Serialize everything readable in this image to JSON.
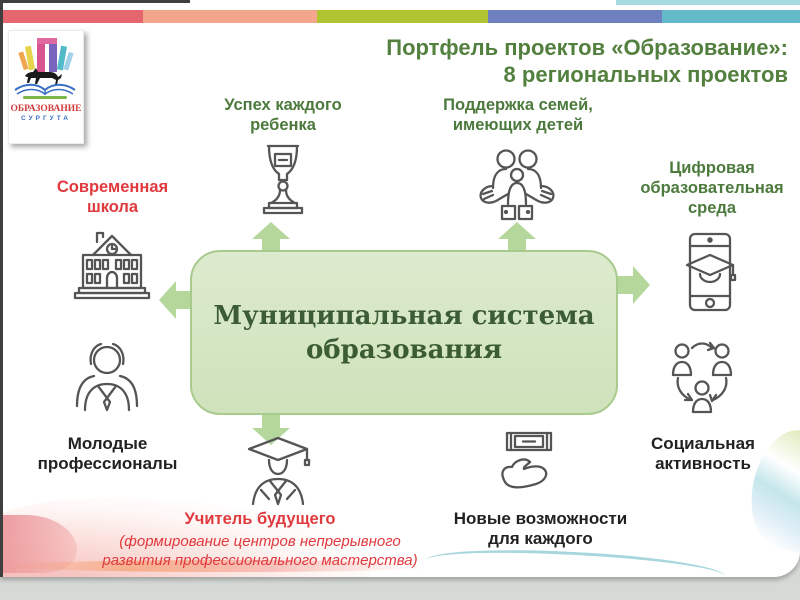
{
  "header": {
    "title_line1": "Портфель проектов «Образование»:",
    "title_line2": "8 региональных проектов"
  },
  "logo": {
    "name": "ОБРАЗОВАНИЕ",
    "city": "СУРГУТА"
  },
  "center_box": {
    "line1": "Муниципальная система",
    "line2": "образования"
  },
  "projects": {
    "modern_school": {
      "line1": "Современная",
      "line2": "школа",
      "icon": "school-building-icon",
      "color": "#e0393e"
    },
    "child_success": {
      "line1": "Успех каждого",
      "line2": "ребенка",
      "icon": "trophy-cup-icon",
      "color": "#4c7a3d"
    },
    "family_support": {
      "line1": "Поддержка семей,",
      "line2": "имеющих детей",
      "icon": "family-in-hands-icon",
      "color": "#4c7a3d"
    },
    "digital_environment": {
      "line1": "Цифровая",
      "line2": "образовательная",
      "line3": "среда",
      "icon": "smartphone-graduation-icon",
      "color": "#4c7a3d"
    },
    "young_professionals": {
      "line1": "Молодые",
      "line2": "профессионалы",
      "icon": "professionals-group-icon",
      "color": "#222222"
    },
    "future_teacher": {
      "line1": "Учитель будущего",
      "sub1": "(формирование центров непрерывного",
      "sub2": "развития профессионального мастерства)",
      "icon": "graduate-person-icon",
      "color": "#e0393e"
    },
    "new_opportunities": {
      "line1": "Новые возможности",
      "line2": "для каждого",
      "icon": "hand-with-banknote-icon",
      "color": "#222222"
    },
    "social_activity": {
      "line1": "Социальная",
      "line2": "активность",
      "icon": "people-cycle-icon",
      "color": "#222222"
    }
  },
  "decor": {
    "top_bar_colors": [
      "#e5666e",
      "#f3a68b",
      "#b0c431",
      "#6e80bf",
      "#64bac8"
    ],
    "box_fill": "#d3e5c2",
    "box_border": "#a8ca8d",
    "box_text_color": "#3c5c35",
    "arrow_color": "#b5d79b",
    "title_color": "#53803f"
  }
}
